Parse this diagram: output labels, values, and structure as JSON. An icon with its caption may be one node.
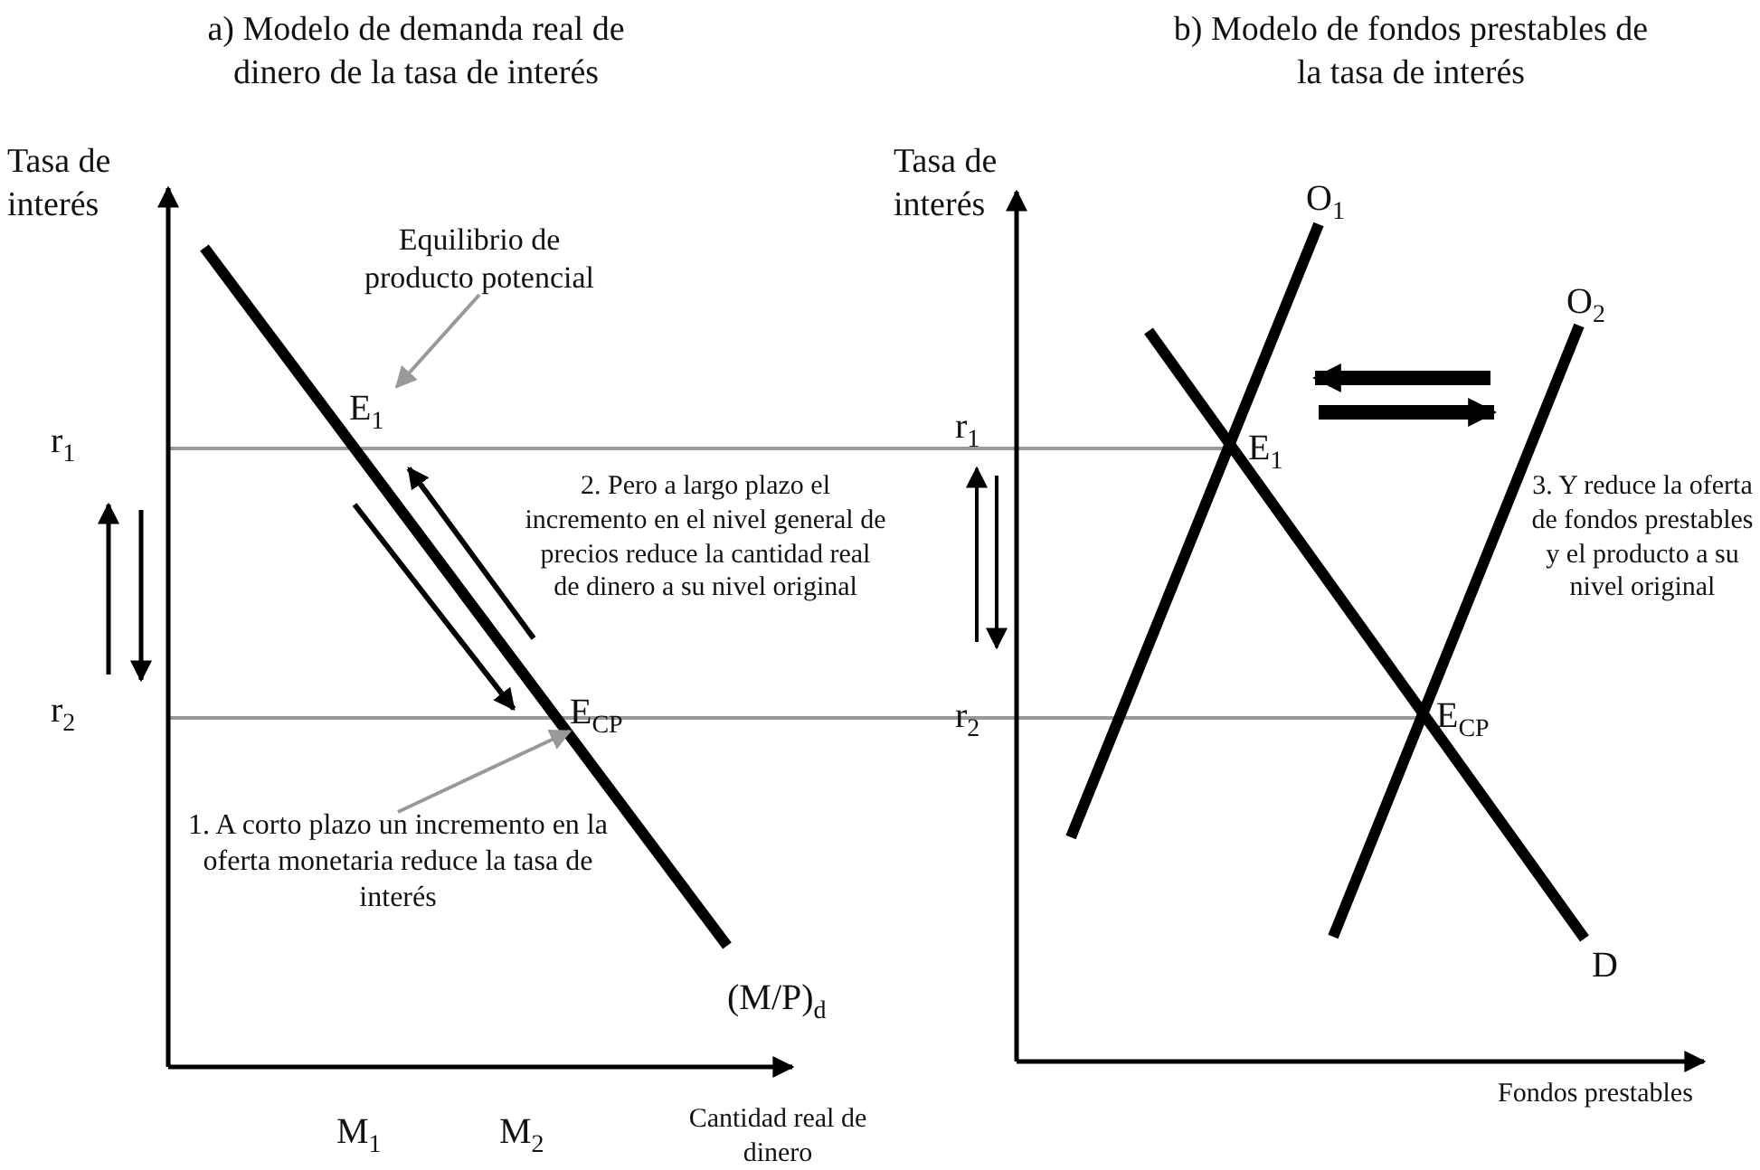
{
  "diagram": {
    "nodes": [
      {
        "text": [
          "Equilibrio de producto potencial"
        ]
      },
      {
        "text": [
          "E$_{1}$"
        ]
      },
      {
        "text": [
          "E$_{CP}$"
        ]
      },
      {
        "text": [
          "1. A corto plazo un incremento en la oferta monetaria reduce la tasa de interés"
        ]
      }
    ],
    "edges": [
      {
        "from": 0,
        "to": 1,
        "arrow": "to",
        "color": "#999999"
      },
      {
        "from": 3,
        "to": 2,
        "arrow": "to",
        "color": "#999999"
      }
    ],
    "labels": [
      "a) Modelo de demanda real de dinero de la tasa de interés",
      "b) Modelo de fondos prestables de la tasa de interés",
      "Tasa de interés",
      "Tasa de interés",
      "O$_{1}$",
      "O$_{2}$",
      "r$_{1}$",
      "r$_{1}$",
      "E$_{1}$",
      "2. Pero a largo plazo el incremento en el nivel general de precios reduce la cantidad real de dinero a su nivel original",
      "3. Y reduce la oferta de fondos prestables y el producto a su nivel original",
      "r$_{2}$",
      "r$_{2}$",
      "E$_{CP}$",
      "(M/P)$_{d}$",
      "D",
      "Fondos prestables",
      "M$_{1}$",
      "M$_{2}$",
      "Cantidad real de dinero"
    ]
  }
}
